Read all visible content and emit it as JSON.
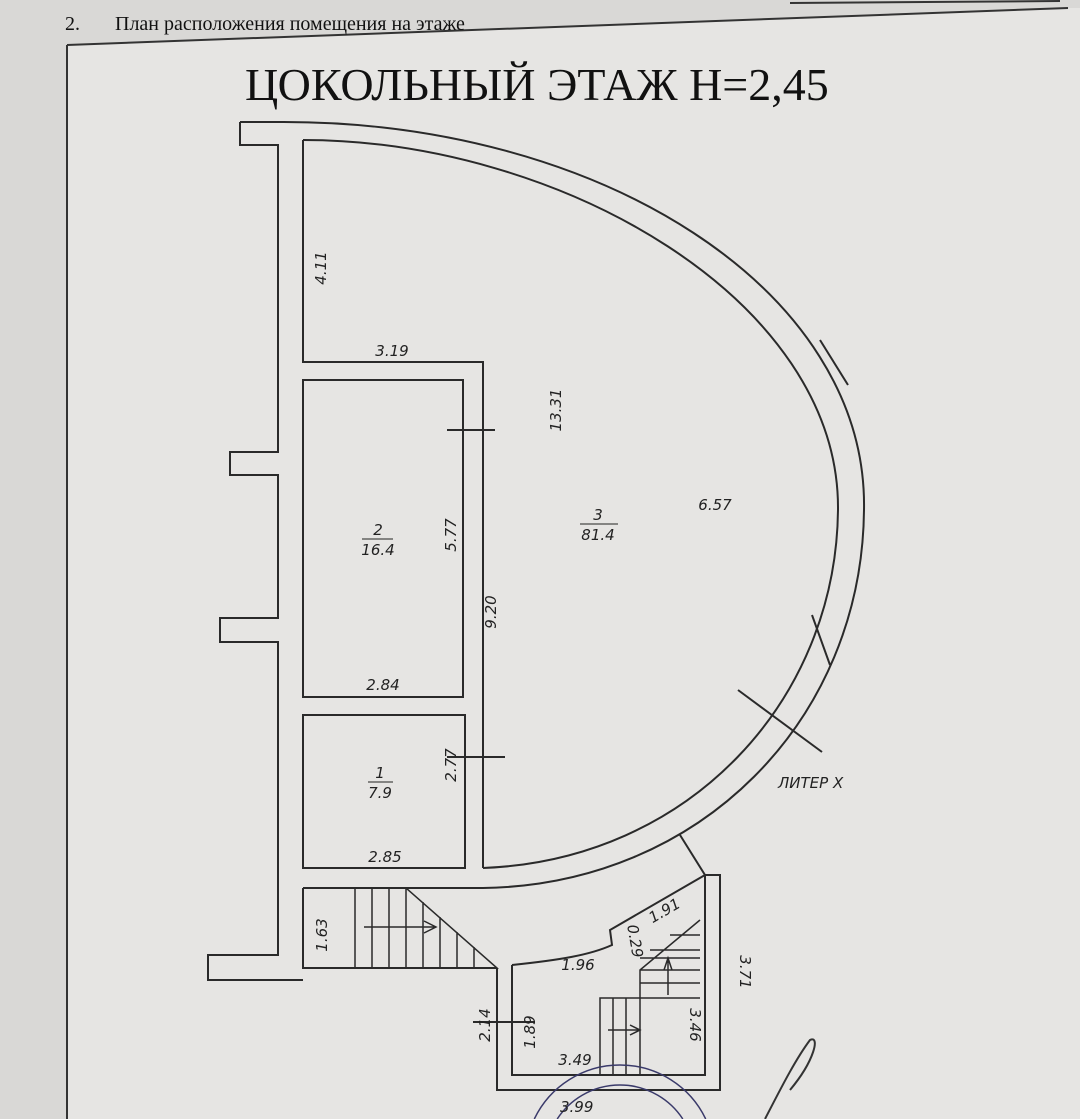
{
  "document": {
    "section_number": "2.",
    "section_title": "План расположения помещения на этаже",
    "plan_title": "ЦОКОЛЬНЫЙ ЭТАЖ  Н=2,45",
    "building_label": "ЛИТЕР Х"
  },
  "rooms": [
    {
      "number": "1",
      "area": "7.9"
    },
    {
      "number": "2",
      "area": "16.4"
    },
    {
      "number": "3",
      "area": "81.4"
    }
  ],
  "dimensions": {
    "d411": "4.11",
    "d319": "3.19",
    "d1331": "13.31",
    "d577": "5.77",
    "d657": "6.57",
    "d920": "9.20",
    "d284": "2.84",
    "d277": "2.77",
    "d285": "2.85",
    "d163": "1.63",
    "d196": "1.96",
    "d029": "0.29",
    "d191": "1.91",
    "d371": "3.71",
    "d346": "3.46",
    "d214": "2.14",
    "d189": "1.89",
    "d349": "3.49",
    "d399": "3.99"
  }
}
